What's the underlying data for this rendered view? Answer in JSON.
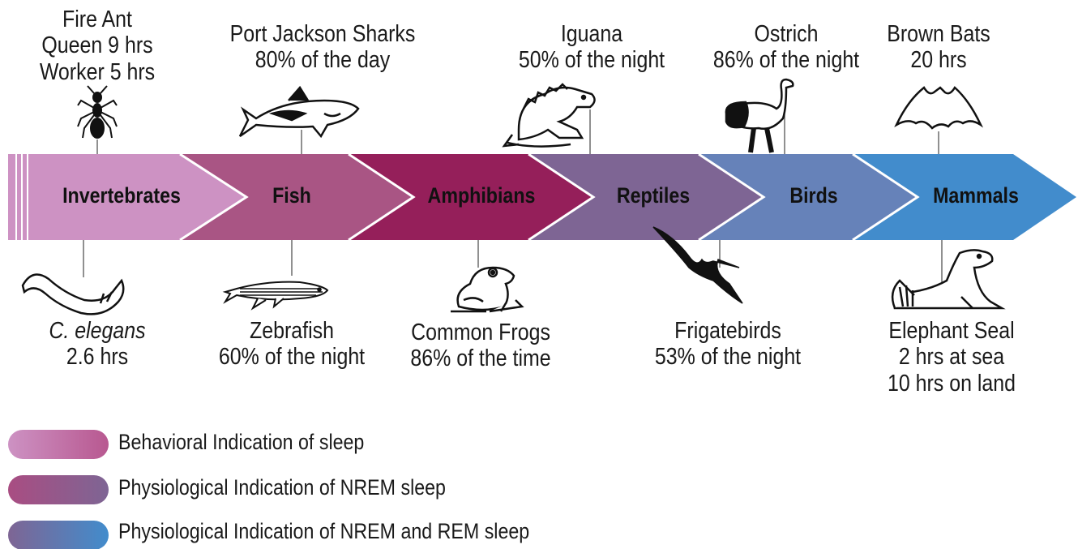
{
  "groups": [
    {
      "name": "Invertebrates",
      "color": "#cd92c3"
    },
    {
      "name": "Fish",
      "color": "#a95584"
    },
    {
      "name": "Amphibians",
      "color": "#951f5a"
    },
    {
      "name": "Reptiles",
      "color": "#7e6594"
    },
    {
      "name": "Birds",
      "color": "#6682b9"
    },
    {
      "name": "Mammals",
      "color": "#428ccc"
    }
  ],
  "top_captions": {
    "fire_ant": [
      "Fire Ant",
      "Queen 9 hrs",
      "Worker 5 hrs"
    ],
    "sharks": [
      "Port Jackson Sharks",
      "80% of the day"
    ],
    "iguana": [
      "Iguana",
      "50% of the night"
    ],
    "ostrich": [
      "Ostrich",
      "86% of the night"
    ],
    "bats": [
      "Brown Bats",
      "20 hrs"
    ]
  },
  "bottom_captions": {
    "c_elegans": [
      "C. elegans",
      "2.6 hrs"
    ],
    "zebrafish": [
      "Zebrafish",
      "60% of the night"
    ],
    "frogs": [
      "Common Frogs",
      "86% of the time"
    ],
    "frigatebirds": [
      "Frigatebirds",
      "53% of the night"
    ],
    "seal": [
      "Elephant Seal",
      "2 hrs at sea",
      "10 hrs on land"
    ]
  },
  "legend": [
    {
      "label": "Behavioral Indication of sleep",
      "from": "#cd92c3",
      "to": "#b85890"
    },
    {
      "label": "Physiological Indication of NREM sleep",
      "from": "#a94d82",
      "to": "#7e6594"
    },
    {
      "label": "Physiological Indication of NREM and REM sleep",
      "from": "#7e6594",
      "to": "#428ccc"
    }
  ],
  "icons": [
    "ant-icon",
    "shark-icon",
    "iguana-icon",
    "ostrich-icon",
    "bat-icon",
    "worm-icon",
    "zebrafish-icon",
    "frog-icon",
    "frigatebird-icon",
    "seal-icon"
  ]
}
